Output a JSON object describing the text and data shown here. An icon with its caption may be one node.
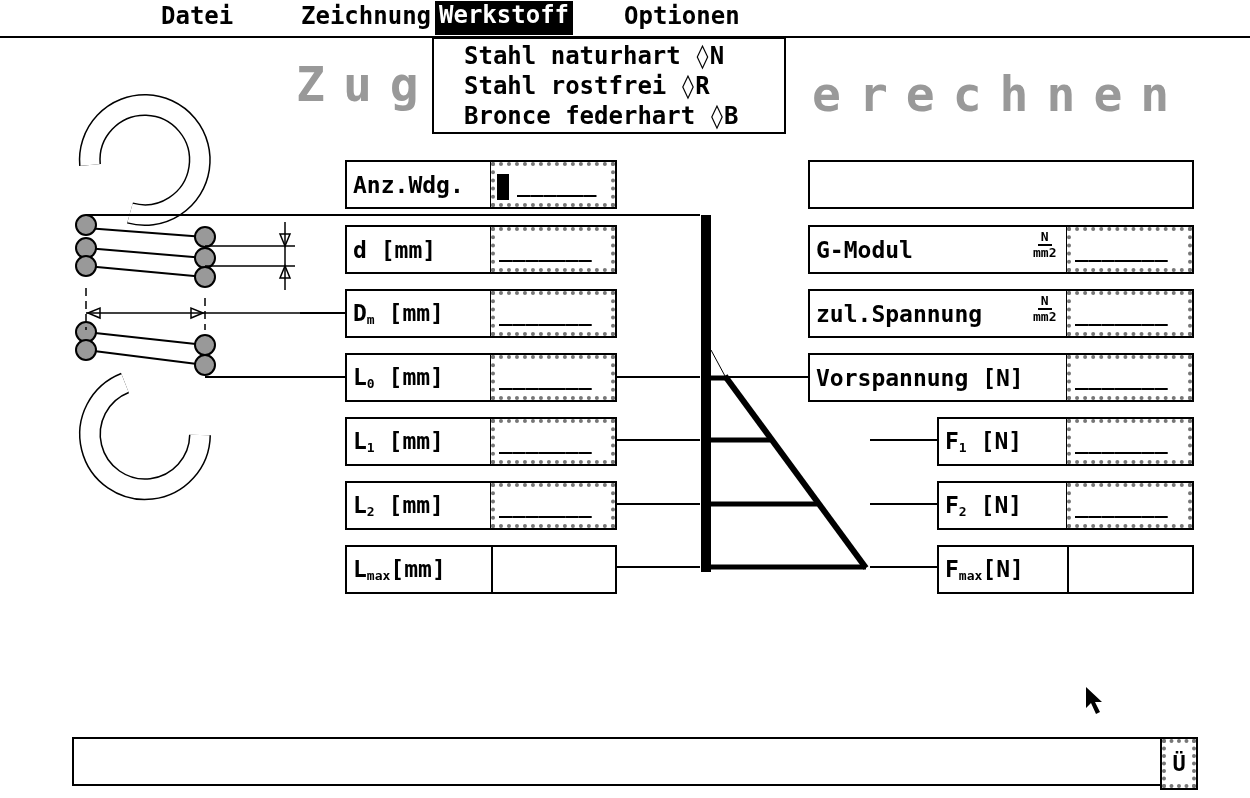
{
  "diagram": {
    "nodes": [
      {
        "text": [
          "Stahl naturhart ◊N",
          "Stahl rostfrei ◊R",
          "Bronce federhart ◊B"
        ]
      },
      {
        "text": [],
        "shape": "picture"
      },
      {
        "text": [
          "Anz.Wdg.",
          "______"
        ]
      },
      {
        "text": [],
        "shape": "box"
      },
      {
        "text": [
          "d [mm]",
          "_______"
        ]
      },
      {
        "text": [
          "G-Modul",
          "N",
          "mm2",
          "_______"
        ]
      },
      {
        "text": [
          "D$_{m}$ [mm]",
          "_______"
        ]
      },
      {
        "text": [
          "zul.Spannung",
          "N",
          "mm2",
          "_______"
        ]
      },
      {
        "text": [
          "L$_{0}$ [mm]",
          "_______"
        ]
      },
      {
        "text": [
          "Vorspannung [N]",
          "_______"
        ]
      },
      {
        "text": [
          "L$_{1}$ [mm]",
          "_______"
        ]
      },
      {
        "text": [
          "F$_{1}$ [N]",
          "_______"
        ]
      },
      {
        "text": [
          "L$_{2}$ [mm]",
          "_______"
        ]
      },
      {
        "text": [
          "F$_{2}$ [N]",
          "_______"
        ]
      },
      {
        "text": [
          "L$_{max}$[mm]"
        ]
      },
      {
        "text": [],
        "shape": "picture"
      },
      {
        "text": [
          "F$_{max}$[N]"
        ]
      },
      {
        "text": [],
        "shape": "bar"
      },
      {
        "text": [
          "Ü"
        ],
        "in": 17
      }
    ],
    "edges": [
      {
        "from": 1,
        "to": 15,
        "arrow": "none"
      },
      {
        "from": 1,
        "to": 6,
        "arrow": "none"
      },
      {
        "from": 1,
        "to": 8,
        "arrow": "none"
      },
      {
        "from": 8,
        "to": 15,
        "arrow": "none"
      },
      {
        "from": 10,
        "to": 15,
        "arrow": "none"
      },
      {
        "from": 12,
        "to": 15,
        "arrow": "none"
      },
      {
        "from": 14,
        "to": 15,
        "arrow": "none"
      },
      {
        "from": 15,
        "to": 9,
        "arrow": "none"
      },
      {
        "from": 15,
        "to": 11,
        "arrow": "none"
      },
      {
        "from": 15,
        "to": 13,
        "arrow": "none"
      },
      {
        "from": 15,
        "to": 16,
        "arrow": "none"
      }
    ],
    "labels": [
      "Datei",
      "Zeichnung",
      "Werkstoff",
      "Optionen",
      "Zug",
      "erechnen"
    ]
  }
}
